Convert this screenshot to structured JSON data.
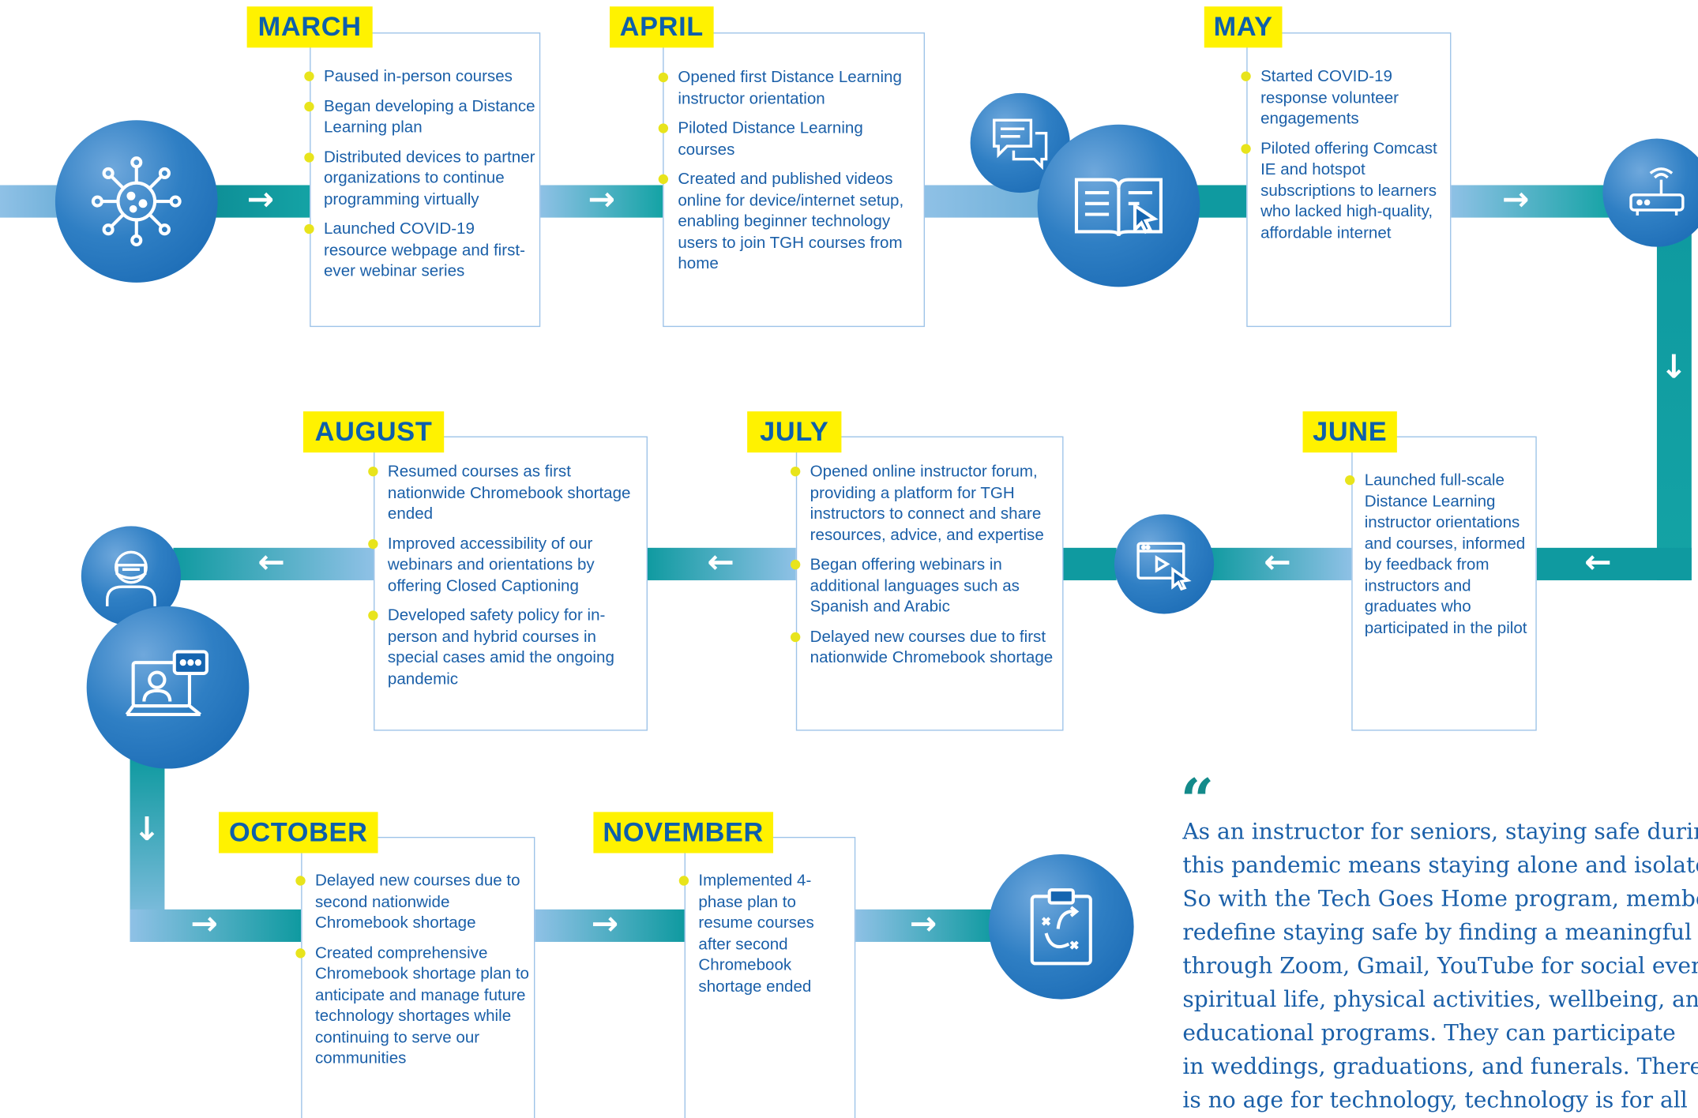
{
  "timeline": {
    "months": [
      {
        "id": "march",
        "label": "MARCH",
        "items": [
          "Paused in-person courses",
          "Began developing a Distance Learning plan",
          "Distributed devices to partner organizations to continue programming virtually",
          "Launched COVID-19 resource webpage and first-ever webinar series"
        ]
      },
      {
        "id": "april",
        "label": "APRIL",
        "items": [
          "Opened first Distance Learning instructor orientation",
          "Piloted Distance Learning courses",
          "Created and published videos online for device/internet setup, enabling beginner technology users to join TGH courses from home"
        ]
      },
      {
        "id": "may",
        "label": "MAY",
        "items": [
          "Started COVID-19 response volunteer engagements",
          "Piloted offering Comcast IE and hotspot subscriptions to learners who lacked high-quality, affordable internet"
        ]
      },
      {
        "id": "june",
        "label": "JUNE",
        "items": [
          "Launched full-scale Distance Learning instructor orientations and courses, informed by feedback from instructors and graduates who participated in the pilot"
        ]
      },
      {
        "id": "july",
        "label": "JULY",
        "items": [
          "Opened online instructor forum, providing a platform for TGH instructors to connect and share resources, advice, and expertise",
          "Began offering webinars in additional languages such as Spanish and Arabic",
          "Delayed new courses due to first nationwide Chromebook shortage"
        ]
      },
      {
        "id": "august",
        "label": "AUGUST",
        "items": [
          "Resumed courses as first nationwide Chromebook shortage ended",
          "Improved accessibility of our webinars and orientations by offering Closed Captioning",
          "Developed safety policy for in-person and hybrid courses in special cases amid the ongoing pandemic"
        ]
      },
      {
        "id": "october",
        "label": "OCTOBER",
        "items": [
          "Delayed new courses due to second nationwide Chromebook shortage",
          "Created comprehensive Chromebook shortage plan to anticipate and manage future technology shortages while continuing to serve our communities"
        ]
      },
      {
        "id": "november",
        "label": "NOVEMBER",
        "items": [
          "Implemented 4-phase plan to resume courses after second Chromebook shortage ended"
        ]
      }
    ],
    "icons": [
      "virus-icon",
      "chat-bubbles-icon",
      "open-book-cursor-icon",
      "router-icon",
      "video-player-cursor-icon",
      "masked-person-icon",
      "video-call-laptop-icon",
      "strategy-clipboard-icon"
    ]
  },
  "quote": {
    "mark": "“",
    "lines": [
      "As an instructor for seniors, staying safe during",
      "this pandemic means staying alone and isolated.",
      "So with the Tech Goes Home program, members",
      "redefine staying safe by finding a meaningful life",
      "through Zoom, Gmail, YouTube for social events,",
      "spiritual life, physical activities, wellbeing, and",
      "educational programs. They can participate",
      "in weddings, graduations, and funerals. There",
      "is no age for technology, technology is for all"
    ]
  },
  "colors": {
    "brand_blue": "#1a5fa8",
    "teal": "#0f9aa0",
    "highlight_yellow": "#fff200",
    "bullet_yellow": "#e8e41c"
  }
}
